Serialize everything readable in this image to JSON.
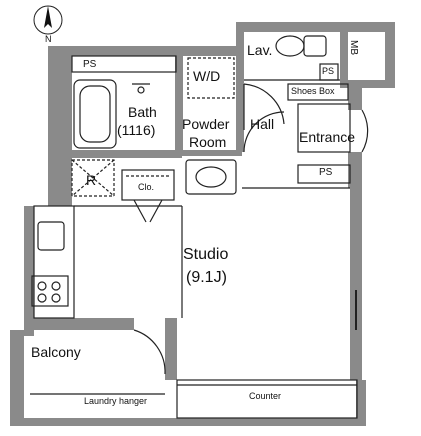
{
  "compass": {
    "label": "N"
  },
  "rooms": {
    "ps_top": "PS",
    "bath_title": "Bath",
    "bath_size": "(1116)",
    "wd": "W/D",
    "powder_line1": "Powder",
    "powder_line2": "Room",
    "lav": "Lav.",
    "ps_lav": "PS",
    "mb": "MB",
    "shoes_box": "Shoes Box",
    "hall": "Hall",
    "entrance": "Entrance",
    "ps_entrance": "PS",
    "refrigerator": "R",
    "closet": "Clo.",
    "studio_title": "Studio",
    "studio_size": "(9.1J)",
    "balcony": "Balcony",
    "laundry_hanger": "Laundry hanger",
    "counter": "Counter"
  },
  "colors": {
    "wall": "#8a8a8a",
    "line": "#222222",
    "background": "#ffffff"
  }
}
